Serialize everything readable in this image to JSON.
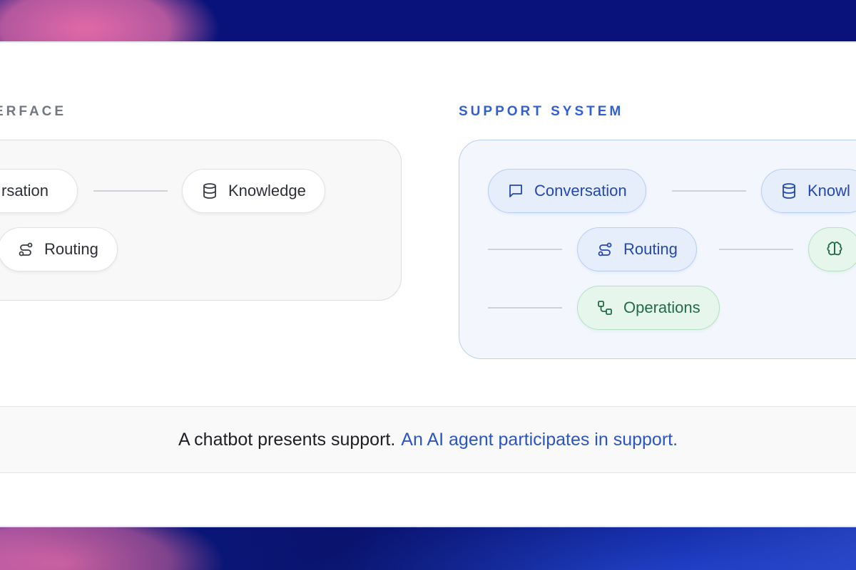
{
  "left_panel": {
    "label": "ERFACE",
    "nodes": {
      "conversation": "rsation",
      "knowledge": "Knowledge",
      "routing": "Routing"
    }
  },
  "right_panel": {
    "label": "SUPPORT SYSTEM",
    "nodes": {
      "conversation": "Conversation",
      "knowledge": "Knowl",
      "routing": "Routing",
      "operations": "Operations"
    }
  },
  "caption": {
    "chatbot": "A chatbot presents support.",
    "agent": "An AI agent participates in support."
  },
  "colors": {
    "accent_blue": "#2f5fd6",
    "accent_green": "#236b45",
    "label_gray": "#737780",
    "background_navy": "#0a1478"
  }
}
